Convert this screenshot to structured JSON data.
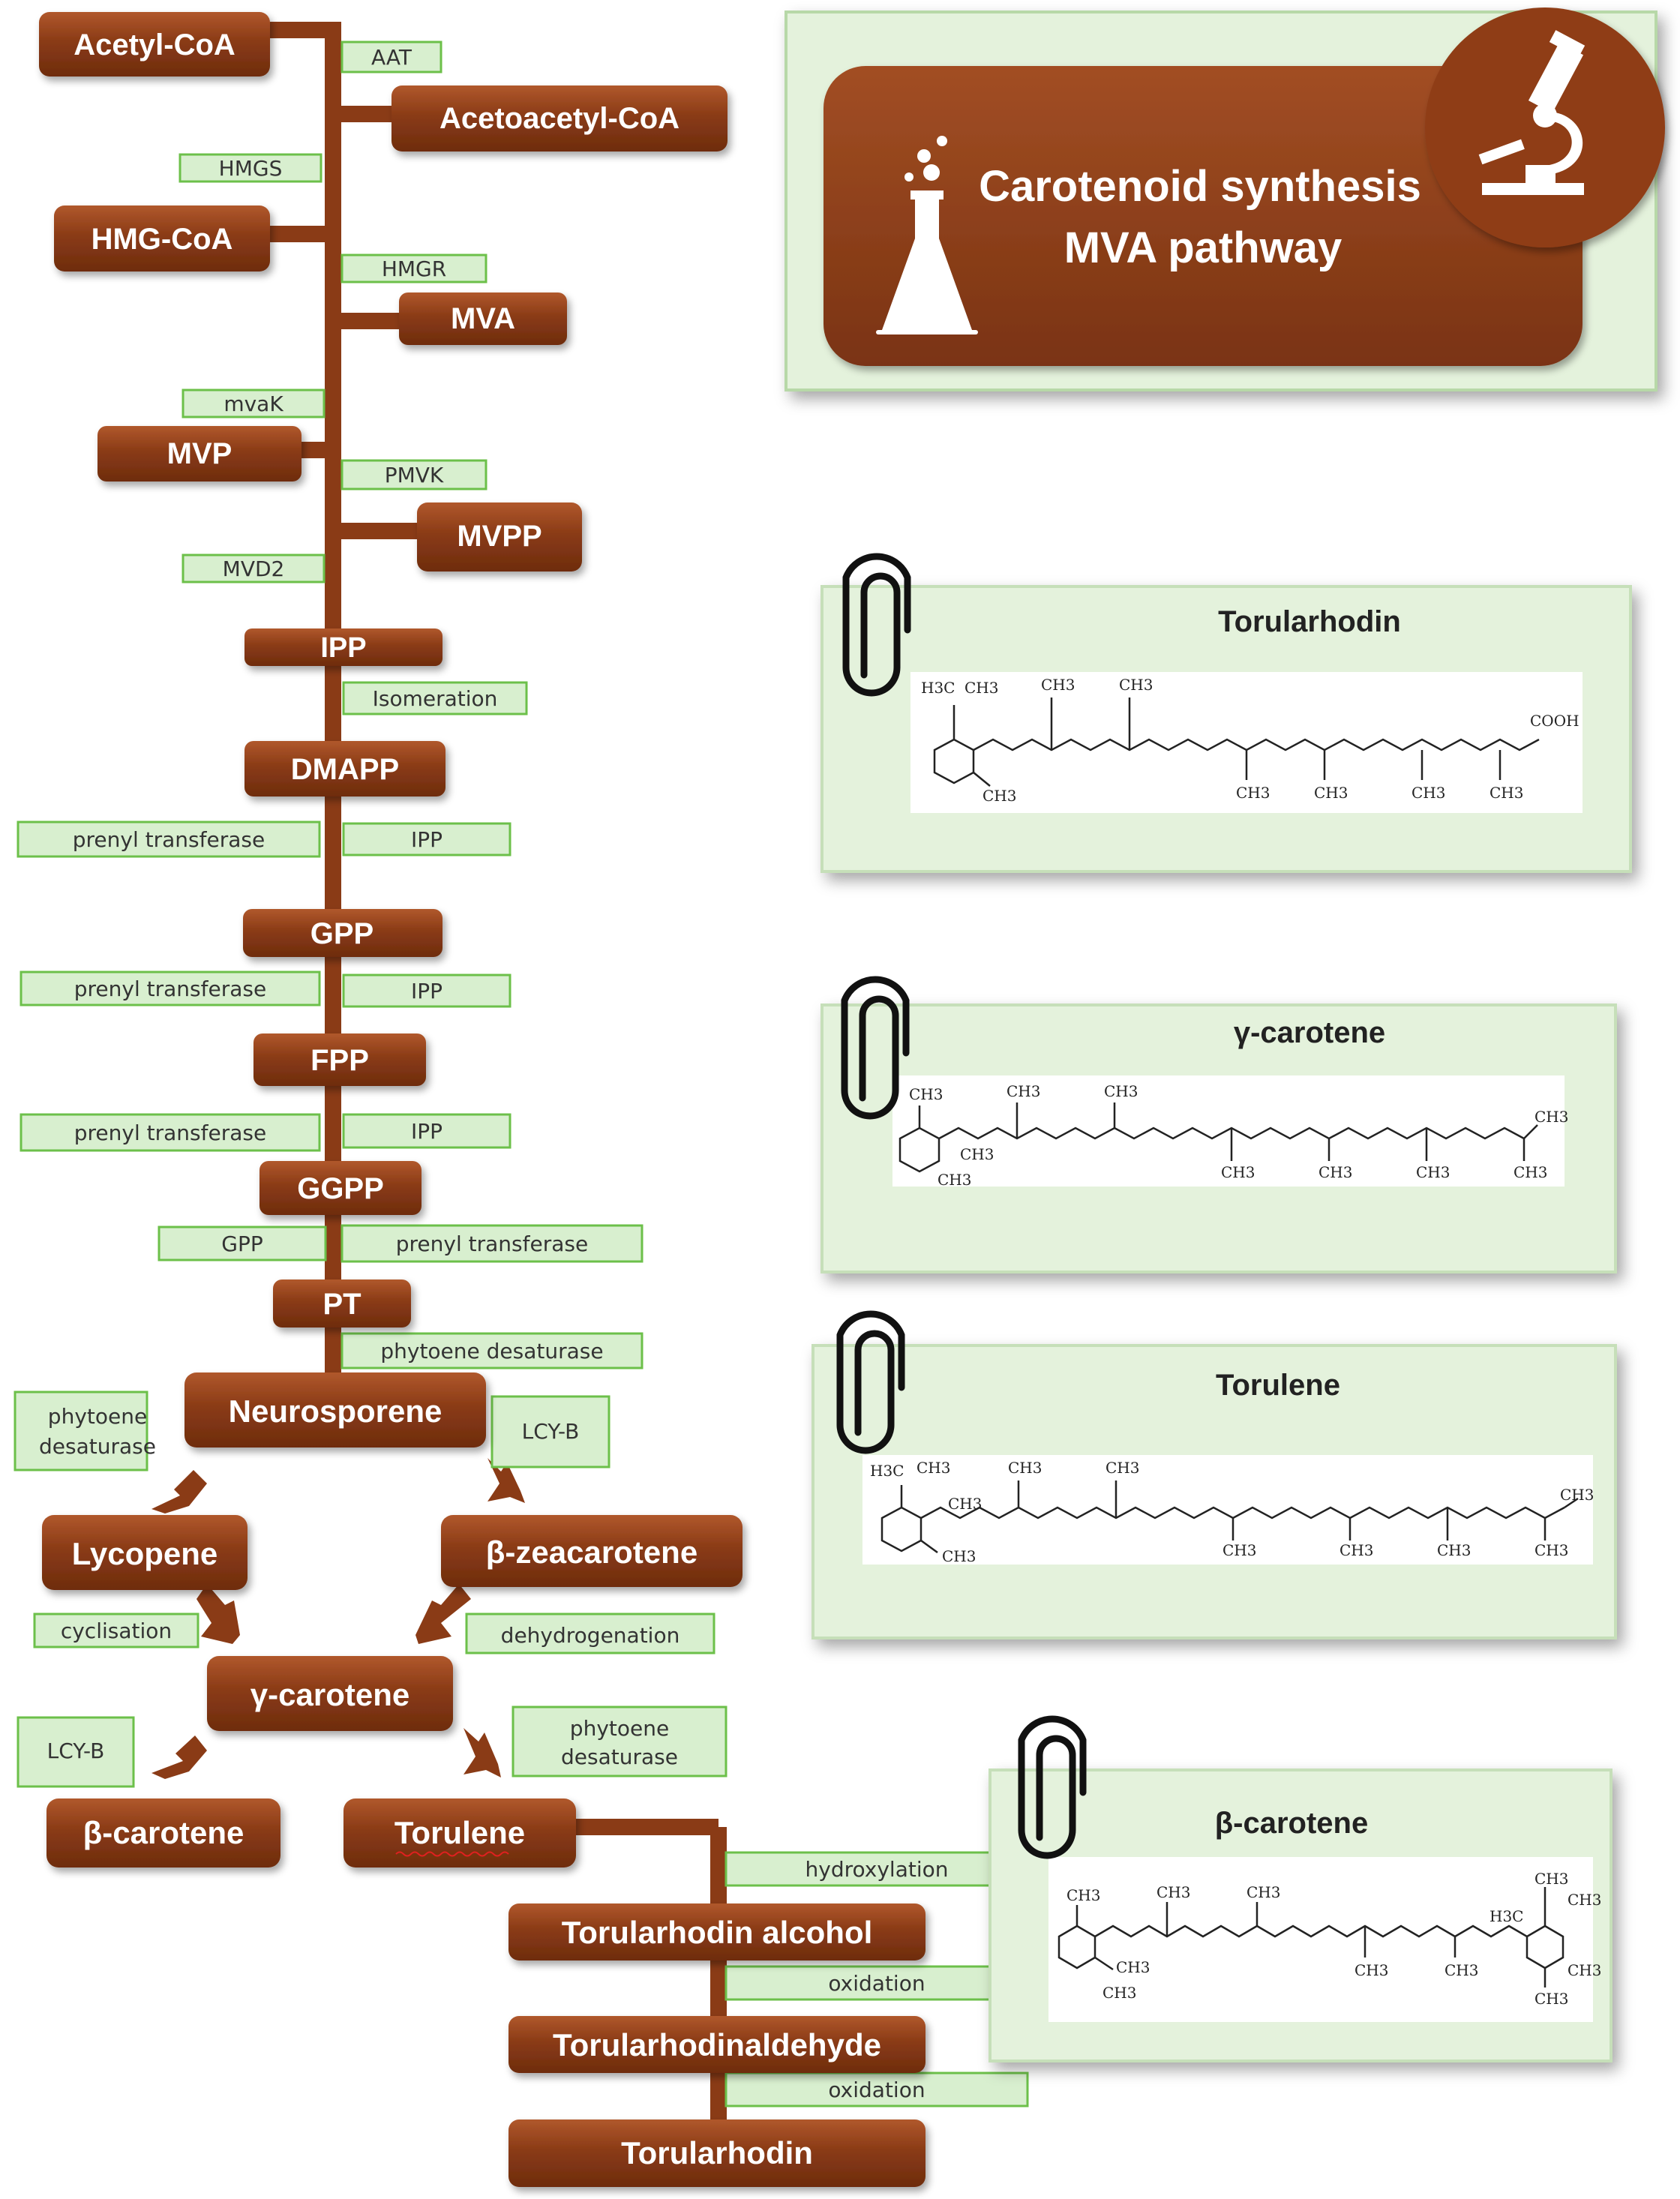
{
  "header": {
    "title_line1": "Carotenoid synthesis",
    "title_line2": "MVA pathway",
    "icons": [
      "flask-icon",
      "microscope-icon"
    ]
  },
  "colors": {
    "node_fill": "#8a3b16",
    "node_fill_light": "#b8643a",
    "trunk": "#8a3b16",
    "enzyme_fill": "#d8efcf",
    "enzyme_stroke": "#6cc04a",
    "panel_fill": "#e4f2dc",
    "panel_stroke": "#b7d8a8"
  },
  "nodes": {
    "acetyl_coa": "Acetyl-CoA",
    "acetoacetyl_coa": "Acetoacetyl-CoA",
    "hmg_coa": "HMG-CoA",
    "mva": "MVA",
    "mvp": "MVP",
    "mvpp": "MVPP",
    "ipp": "IPP",
    "dmapp": "DMAPP",
    "gpp": "GPP",
    "fpp": "FPP",
    "ggpp": "GGPP",
    "pt": "PT",
    "neurosporene": "Neurosporene",
    "lycopene": "Lycopene",
    "beta_zeacarotene": "β-zeacarotene",
    "gamma_carotene": "γ-carotene",
    "beta_carotene": "β-carotene",
    "torulene": "Torulene",
    "torularhodin_alcohol": "Torularhodin alcohol",
    "torularhodinaldehyde": "Torularhodinaldehyde",
    "torularhodin": "Torularhodin"
  },
  "enzymes": {
    "aat": "AAT",
    "hmgs": "HMGS",
    "hmgr": "HMGR",
    "mvak": "mvaK",
    "pmvk": "PMVK",
    "mvd2": "MVD2",
    "isomeration": "Isomeration",
    "prenyl1": "prenyl transferase",
    "ipp1": "IPP",
    "prenyl2": "prenyl transferase",
    "ipp2": "IPP",
    "prenyl3": "prenyl transferase",
    "ipp3": "IPP",
    "gpp": "GPP",
    "prenyl4": "prenyl transferase",
    "phytoene_desaturase1": "phytoene desaturase",
    "phytoene_desaturase2_l1": "phytoene",
    "phytoene_desaturase2_l2": "desaturase",
    "lcyb1": "LCY-B",
    "cyclisation": "cyclisation",
    "dehydrogenation": "dehydrogenation",
    "lcyb2": "LCY-B",
    "phytoene_desaturase3_l1": "phytoene",
    "phytoene_desaturase3_l2": "desaturase",
    "hydroxylation": "hydroxylation",
    "oxidation1": "oxidation",
    "oxidation2": "oxidation"
  },
  "structure_cards": [
    {
      "title": "Torularhodin",
      "labels": [
        "H3C",
        "CH3",
        "CH3",
        "CH3",
        "COOH",
        "CH3",
        "CH3",
        "CH3",
        "CH3",
        "CH3"
      ]
    },
    {
      "title": "γ-carotene",
      "labels": [
        "CH3",
        "CH3",
        "CH3",
        "CH3",
        "CH3",
        "CH3",
        "CH3",
        "CH3",
        "CH3",
        "CH3"
      ]
    },
    {
      "title": "Torulene",
      "labels": [
        "H3C",
        "CH3",
        "CH3",
        "CH3",
        "CH3",
        "CH3",
        "CH3",
        "CH3",
        "CH3",
        "CH3",
        "CH3"
      ]
    },
    {
      "title": "β-carotene",
      "labels": [
        "CH3",
        "CH3",
        "CH3",
        "CH3",
        "CH3",
        "CH3",
        "CH3",
        "CH3",
        "CH3",
        "H3C",
        "CH3",
        "CH3"
      ]
    }
  ]
}
